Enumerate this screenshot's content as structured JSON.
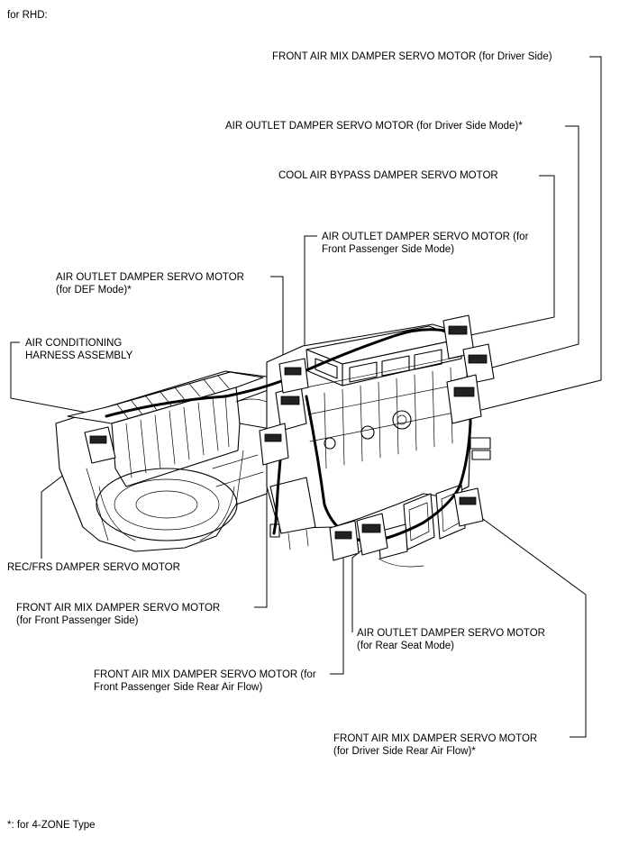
{
  "header": {
    "variant": "for RHD:"
  },
  "labels": {
    "front_air_mix_driver": "FRONT AIR MIX DAMPER SERVO MOTOR (for Driver Side)",
    "air_outlet_driver_mode": "AIR OUTLET DAMPER SERVO MOTOR (for Driver Side Mode)*",
    "cool_air_bypass": "COOL AIR BYPASS DAMPER SERVO MOTOR",
    "air_outlet_front_passenger": [
      "AIR OUTLET DAMPER SERVO MOTOR (for",
      "Front Passenger Side Mode)"
    ],
    "air_outlet_def": [
      "AIR OUTLET DAMPER SERVO MOTOR",
      "(for DEF Mode)*"
    ],
    "ac_harness": [
      "AIR CONDITIONING",
      "HARNESS ASSEMBLY"
    ],
    "rec_frs": "REC/FRS DAMPER SERVO MOTOR",
    "front_air_mix_passenger": [
      "FRONT AIR MIX DAMPER SERVO MOTOR",
      "(for Front Passenger Side)"
    ],
    "air_outlet_rear_seat": [
      "AIR OUTLET DAMPER SERVO MOTOR",
      "(for Rear Seat Mode)"
    ],
    "front_air_mix_passenger_rear": [
      "FRONT AIR MIX DAMPER SERVO MOTOR (for",
      "Front Passenger Side Rear Air Flow)"
    ],
    "front_air_mix_driver_rear": [
      "FRONT AIR MIX DAMPER SERVO MOTOR",
      "(for Driver Side Rear Air Flow)*"
    ]
  },
  "footnote": "*: for 4-ZONE Type"
}
